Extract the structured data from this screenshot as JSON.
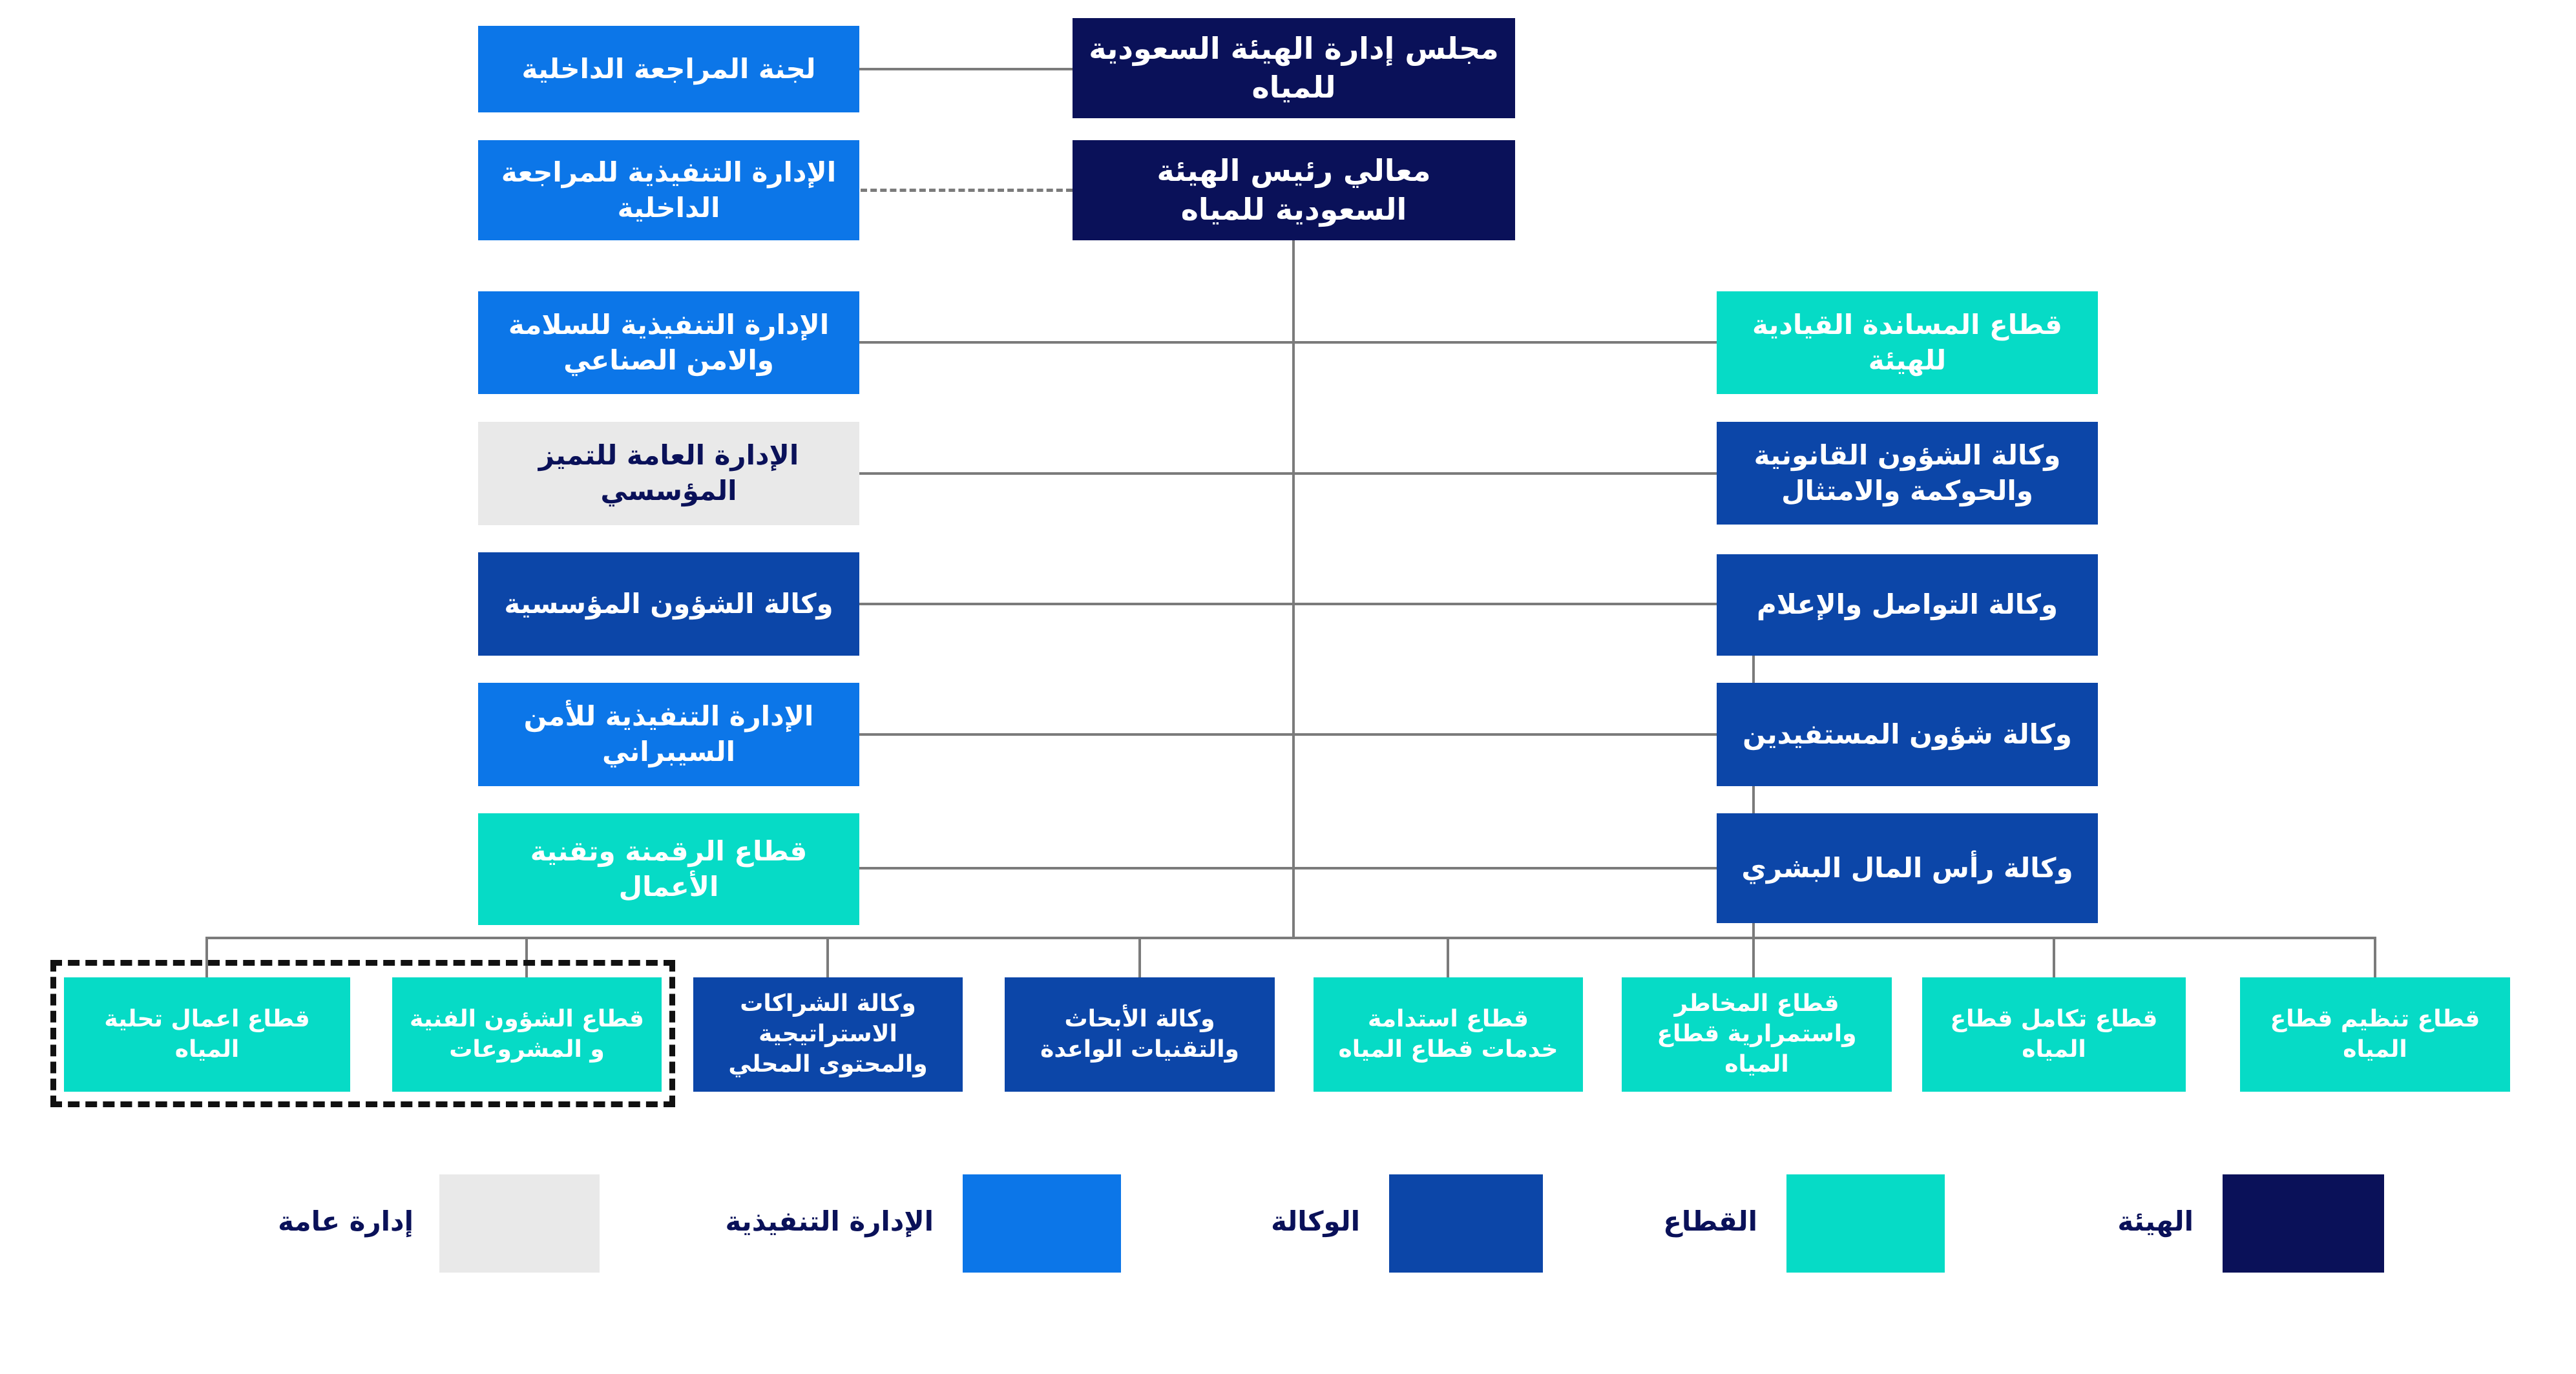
{
  "palette": {
    "authority_navy": "#0a1159",
    "agency_blue": "#0c46a8",
    "executive_blue": "#0c76e8",
    "sector_teal": "#06dbc6",
    "general_gray": "#e9e9e9",
    "line_gray": "#7b7b7b",
    "dashed_black": "#111111"
  },
  "top": {
    "board": "مجلس إدارة الهيئة السعودية للمياه",
    "president": "معالي رئيس الهيئة السعودية للمياه"
  },
  "left_column": [
    {
      "label": "لجنة المراجعة الداخلية",
      "type": "executive"
    },
    {
      "label": "الإدارة التنفيذية للمراجعة الداخلية",
      "type": "executive"
    },
    {
      "label": "الإدارة التنفيذية للسلامة والامن الصناعي",
      "type": "executive"
    },
    {
      "label": "الإدارة العامة للتميز المؤسسي",
      "type": "general"
    },
    {
      "label": "وكالة الشؤون المؤسسية",
      "type": "agency"
    },
    {
      "label": "الإدارة التنفيذية للأمن السيبراني",
      "type": "executive"
    },
    {
      "label": "قطاع الرقمنة وتقنية الأعمال",
      "type": "sector"
    }
  ],
  "right_column": [
    {
      "label": "قطاع المساندة القيادية للهيئة",
      "type": "sector"
    },
    {
      "label": "وكالة الشؤون القانونية والحوكمة والامتثال",
      "type": "agency"
    },
    {
      "label": "وكالة التواصل والإعلام",
      "type": "agency"
    },
    {
      "label": "وكالة شؤون المستفيدين",
      "type": "agency"
    },
    {
      "label": "وكالة رأس المال البشري",
      "type": "agency"
    }
  ],
  "bottom_row": [
    {
      "label": "قطاع اعمال تحلية المياه",
      "type": "sector",
      "grouped": true
    },
    {
      "label": "قطاع الشؤون الفنية و المشروعات",
      "type": "sector",
      "grouped": true
    },
    {
      "label": "وكالة الشراكات الاستراتيجية والمحتوى المحلي",
      "type": "agency",
      "grouped": false
    },
    {
      "label": "وكالة الأبحاث والتقنيات الواعدة",
      "type": "agency",
      "grouped": false
    },
    {
      "label": "قطاع استدامة خدمات قطاع المياه",
      "type": "sector",
      "grouped": false
    },
    {
      "label": "قطاع المخاطر واستمرارية قطاع المياه",
      "type": "sector",
      "grouped": false
    },
    {
      "label": "قطاع تكامل قطاع المياه",
      "type": "sector",
      "grouped": false
    },
    {
      "label": "قطاع تنظيم قطاع المياه",
      "type": "sector",
      "grouped": false
    }
  ],
  "legend": [
    {
      "label": "إدارة عامة",
      "type": "general"
    },
    {
      "label": "الإدارة التنفيذية",
      "type": "executive"
    },
    {
      "label": "الوكالة",
      "type": "agency"
    },
    {
      "label": "القطاع",
      "type": "sector"
    },
    {
      "label": "الهيئة",
      "type": "authority"
    }
  ]
}
